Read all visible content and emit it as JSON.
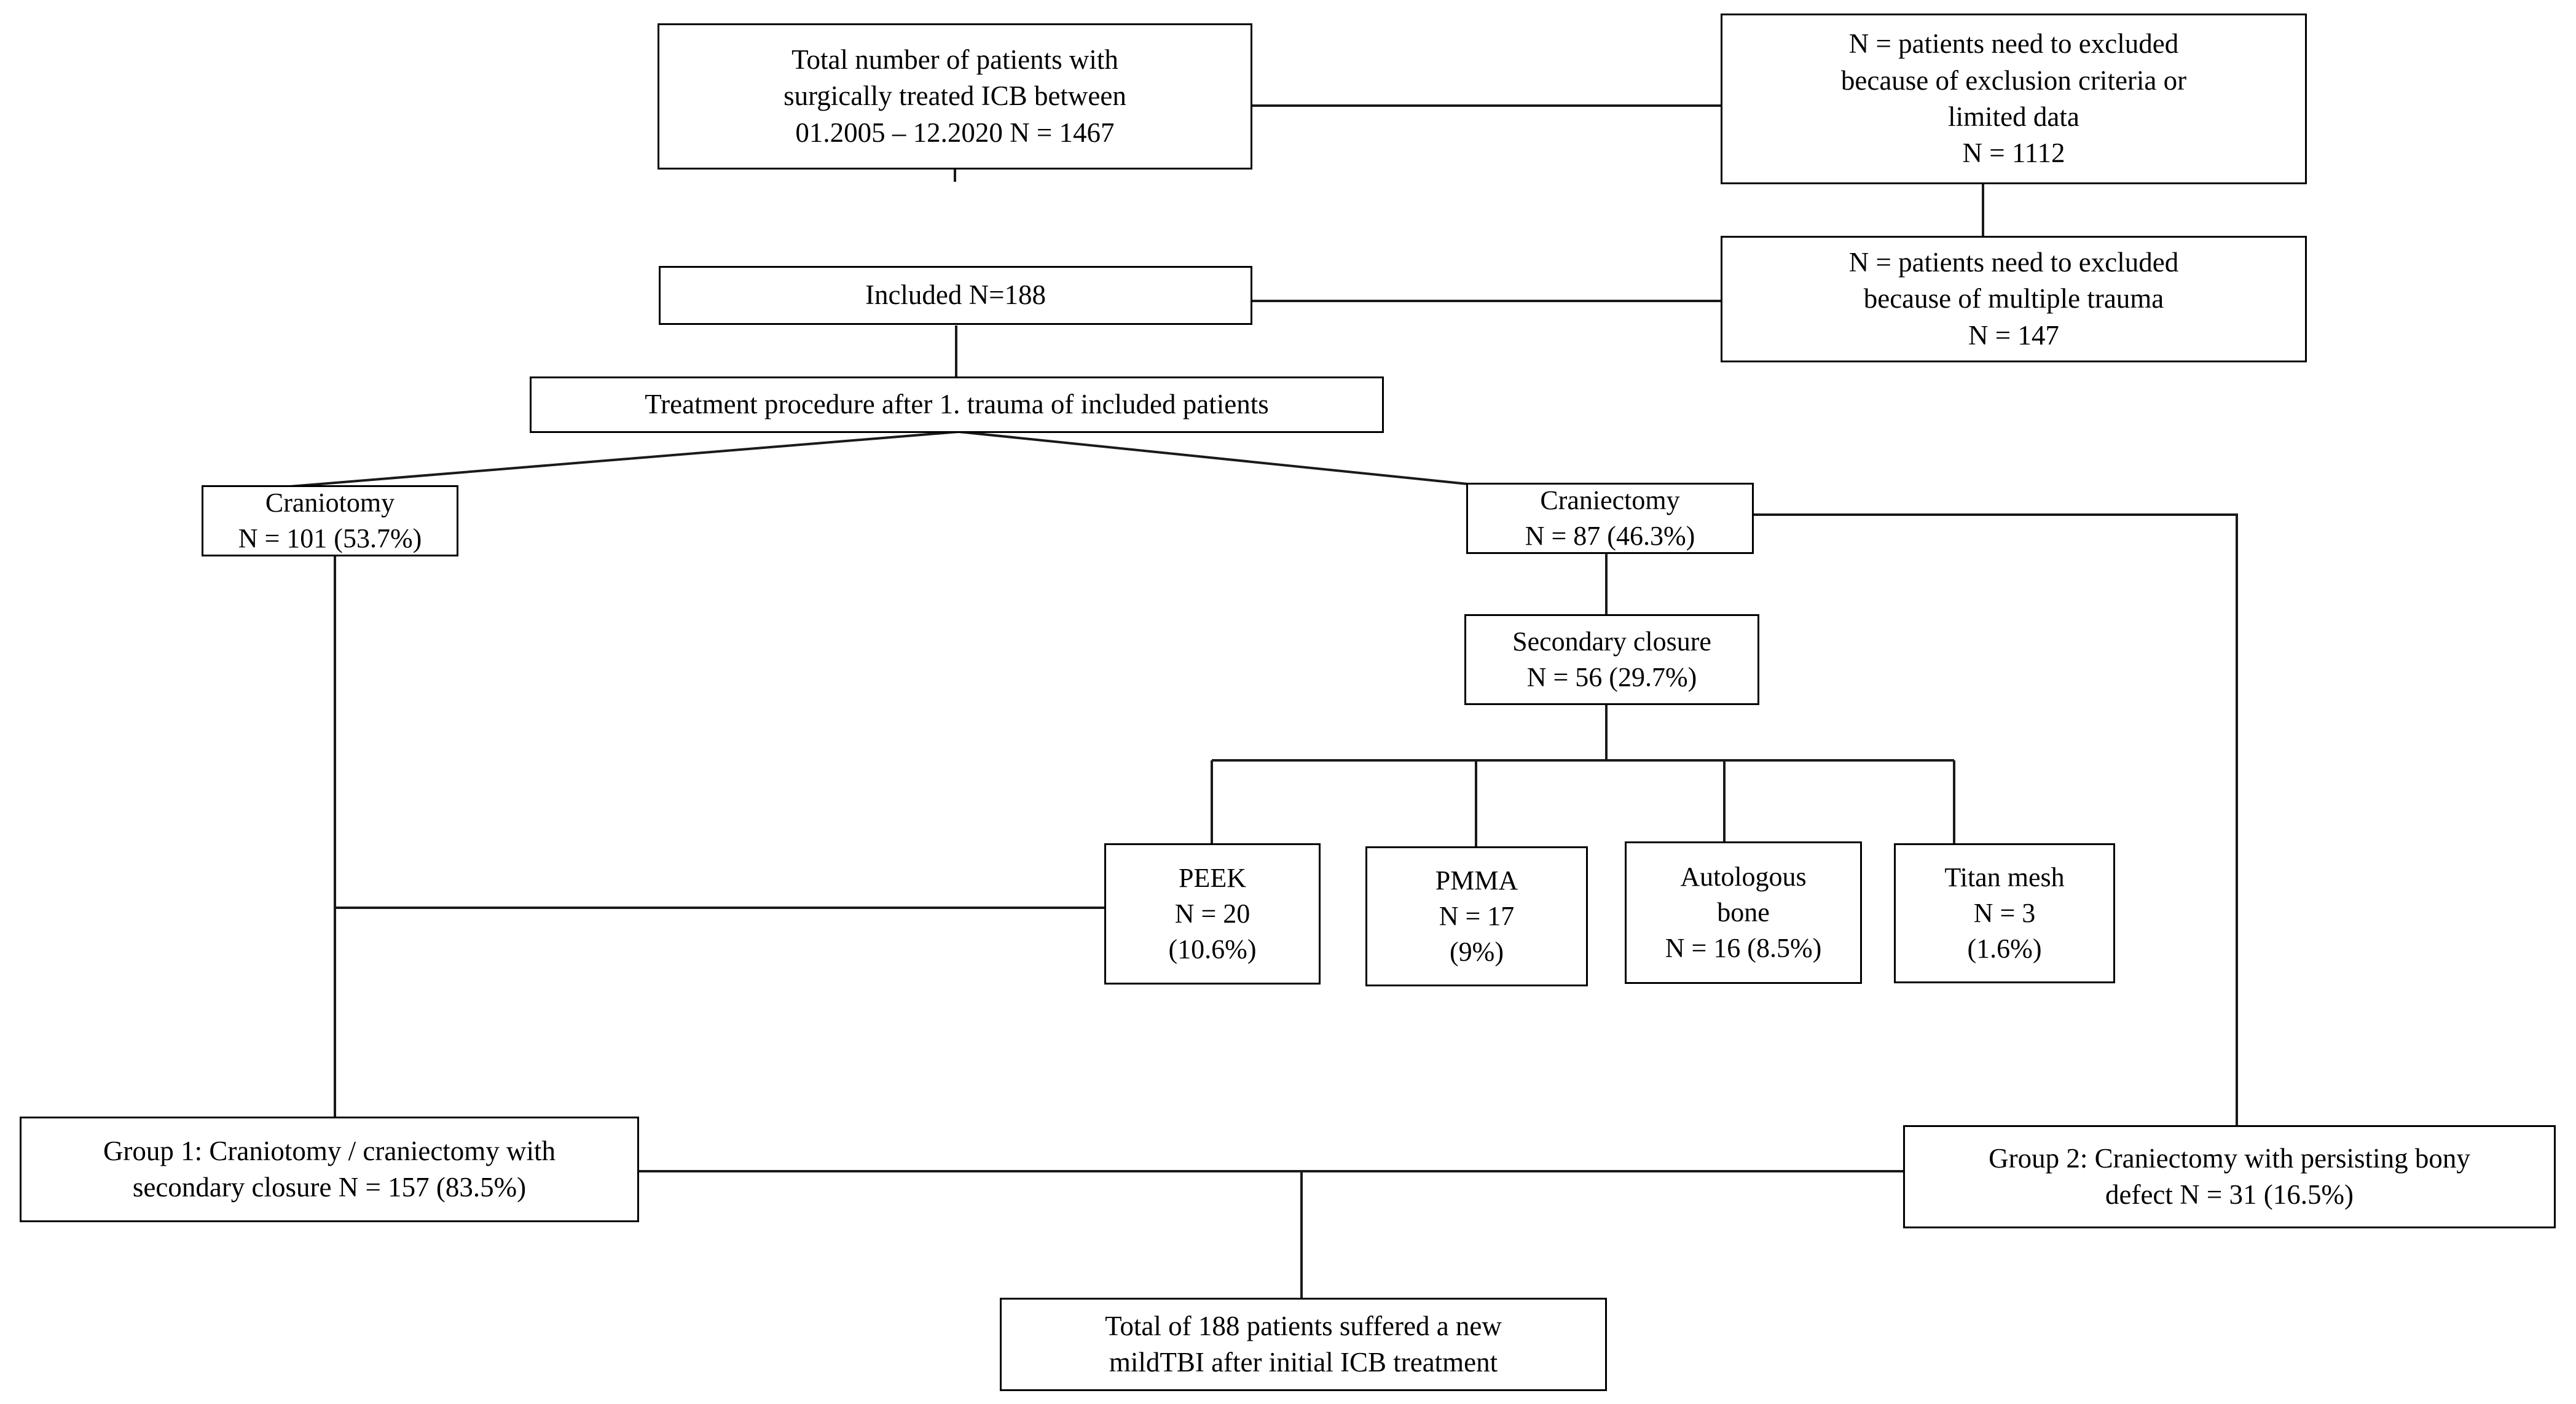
{
  "diagram": {
    "title": "Patient flow chart of surgically treated ICB",
    "line_color": "#1a1a1a",
    "box_border_color": "#000000",
    "background": "#ffffff",
    "nodes": {
      "total_patients": {
        "lines": [
          "Total number of patients with",
          "surgically treated ICB between",
          "01.2005 – 12.2020 N = 1467"
        ]
      },
      "excluded_criteria": {
        "lines": [
          "N = patients need to excluded",
          "because of exclusion criteria or",
          "limited data",
          "N = 1112"
        ]
      },
      "excluded_multitrauma": {
        "lines": [
          "N = patients need to excluded",
          "because of multiple trauma",
          "N = 147"
        ]
      },
      "included": {
        "lines": [
          "Included N=188"
        ]
      },
      "treatment_procedure": {
        "lines": [
          "Treatment procedure after 1. trauma of included patients"
        ]
      },
      "craniotomy": {
        "lines": [
          "Craniotomy",
          "N = 101 (53.7%)"
        ]
      },
      "craniectomy": {
        "lines": [
          "Craniectomy",
          "N = 87 (46.3%)"
        ]
      },
      "secondary_closure": {
        "lines": [
          "Secondary closure",
          "N = 56 (29.7%)"
        ]
      },
      "peek": {
        "lines": [
          "PEEK",
          "N = 20",
          "(10.6%)"
        ]
      },
      "pmma": {
        "lines": [
          "PMMA",
          "N = 17",
          "(9%)"
        ]
      },
      "autologous_bone": {
        "lines": [
          "Autologous",
          "bone",
          "N = 16 (8.5%)"
        ]
      },
      "titan_mesh": {
        "lines": [
          "Titan mesh",
          "N = 3",
          "(1.6%)"
        ]
      },
      "group1": {
        "lines": [
          "Group 1: Craniotomy / craniectomy with",
          "secondary closure N = 157 (83.5%)"
        ]
      },
      "group2": {
        "lines": [
          "Group 2: Craniectomy with persisting bony",
          "defect N = 31 (16.5%)"
        ]
      },
      "total_mildtbi": {
        "lines": [
          "Total  of 188 patients suffered a new",
          "mildTBI after initial ICB treatment"
        ]
      }
    }
  }
}
